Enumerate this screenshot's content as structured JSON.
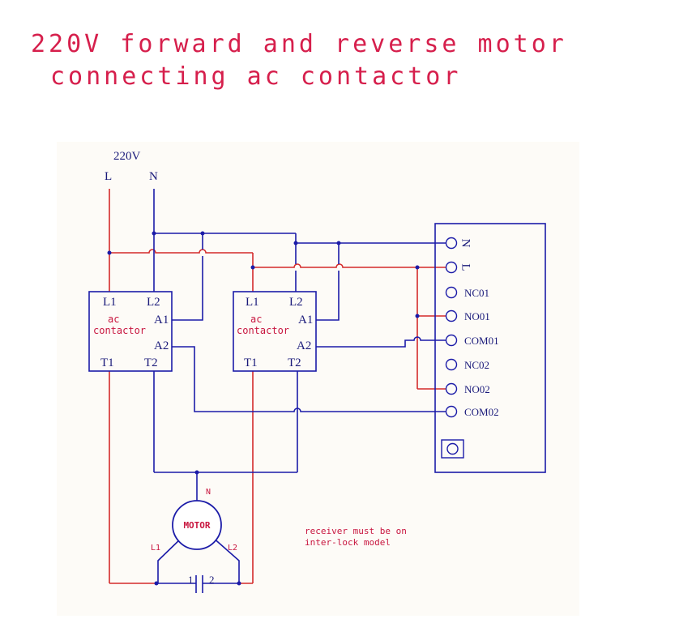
{
  "title": {
    "line1": "220V forward and reverse motor",
    "line2": "connecting ac contactor"
  },
  "supply": {
    "voltage": "220V",
    "live": "L",
    "neutral": "N"
  },
  "contactor1": {
    "l1": "L1",
    "l2": "L2",
    "a1": "A1",
    "a2": "A2",
    "t1": "T1",
    "t2": "T2",
    "name_line1": "ac",
    "name_line2": "contactor"
  },
  "contactor2": {
    "l1": "L1",
    "l2": "L2",
    "a1": "A1",
    "a2": "A2",
    "t1": "T1",
    "t2": "T2",
    "name_line1": "ac",
    "name_line2": "contactor"
  },
  "receiver": {
    "terminals": [
      "N",
      "L",
      "NC01",
      "NO01",
      "COM01",
      "NC02",
      "NO02",
      "COM02"
    ]
  },
  "motor": {
    "label": "MOTOR",
    "n": "N",
    "l1": "L1",
    "l2": "L2"
  },
  "capacitor": {
    "pin1": "1",
    "pin2": "2"
  },
  "note": {
    "line1": "receiver must be on",
    "line2": "inter-lock model"
  },
  "colors": {
    "title": "#d61f4c",
    "wire_blue": "#1b1ba8",
    "wire_red": "#d42a2a",
    "label": "#1a1a7a",
    "panel": "#fdfbf7"
  }
}
